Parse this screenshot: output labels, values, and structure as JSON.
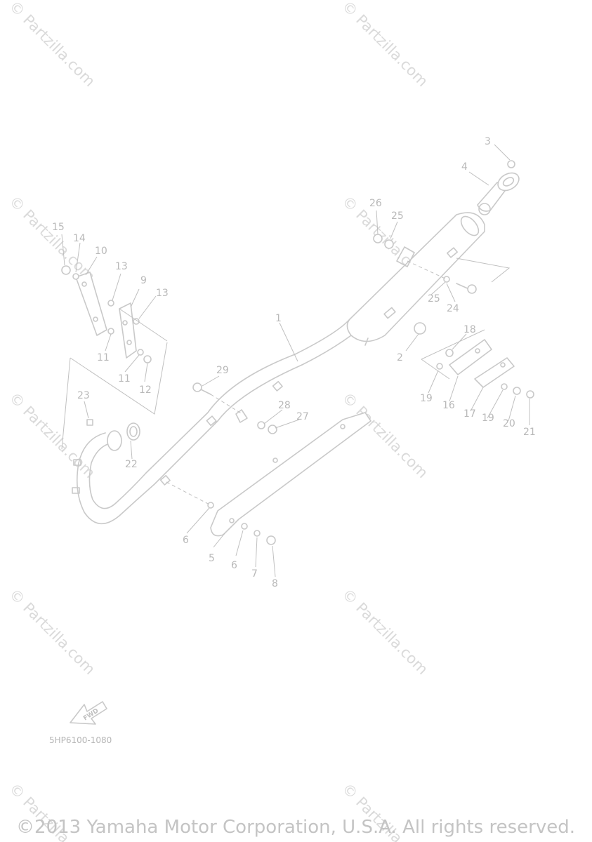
{
  "watermark": "© Partzilla.com",
  "diagram_code": "5HP6100-1080",
  "copyright": "©2013 Yamaha Motor Corporation, U.S.A. All rights reserved.",
  "fwd_label": "FWD",
  "callouts": {
    "c1": "1",
    "c2": "2",
    "c3": "3",
    "c4": "4",
    "c5": "5",
    "c6a": "6",
    "c6b": "6",
    "c7": "7",
    "c8": "8",
    "c9": "9",
    "c10": "10",
    "c11a": "11",
    "c11b": "11",
    "c12": "12",
    "c13a": "13",
    "c13b": "13",
    "c14": "14",
    "c15": "15",
    "c16": "16",
    "c17": "17",
    "c18": "18",
    "c19a": "19",
    "c19b": "19",
    "c20": "20",
    "c21": "21",
    "c22": "22",
    "c23": "23",
    "c24": "24",
    "c25a": "25",
    "c25b": "25",
    "c26": "26",
    "c27": "27",
    "c28": "28",
    "c29": "29"
  }
}
